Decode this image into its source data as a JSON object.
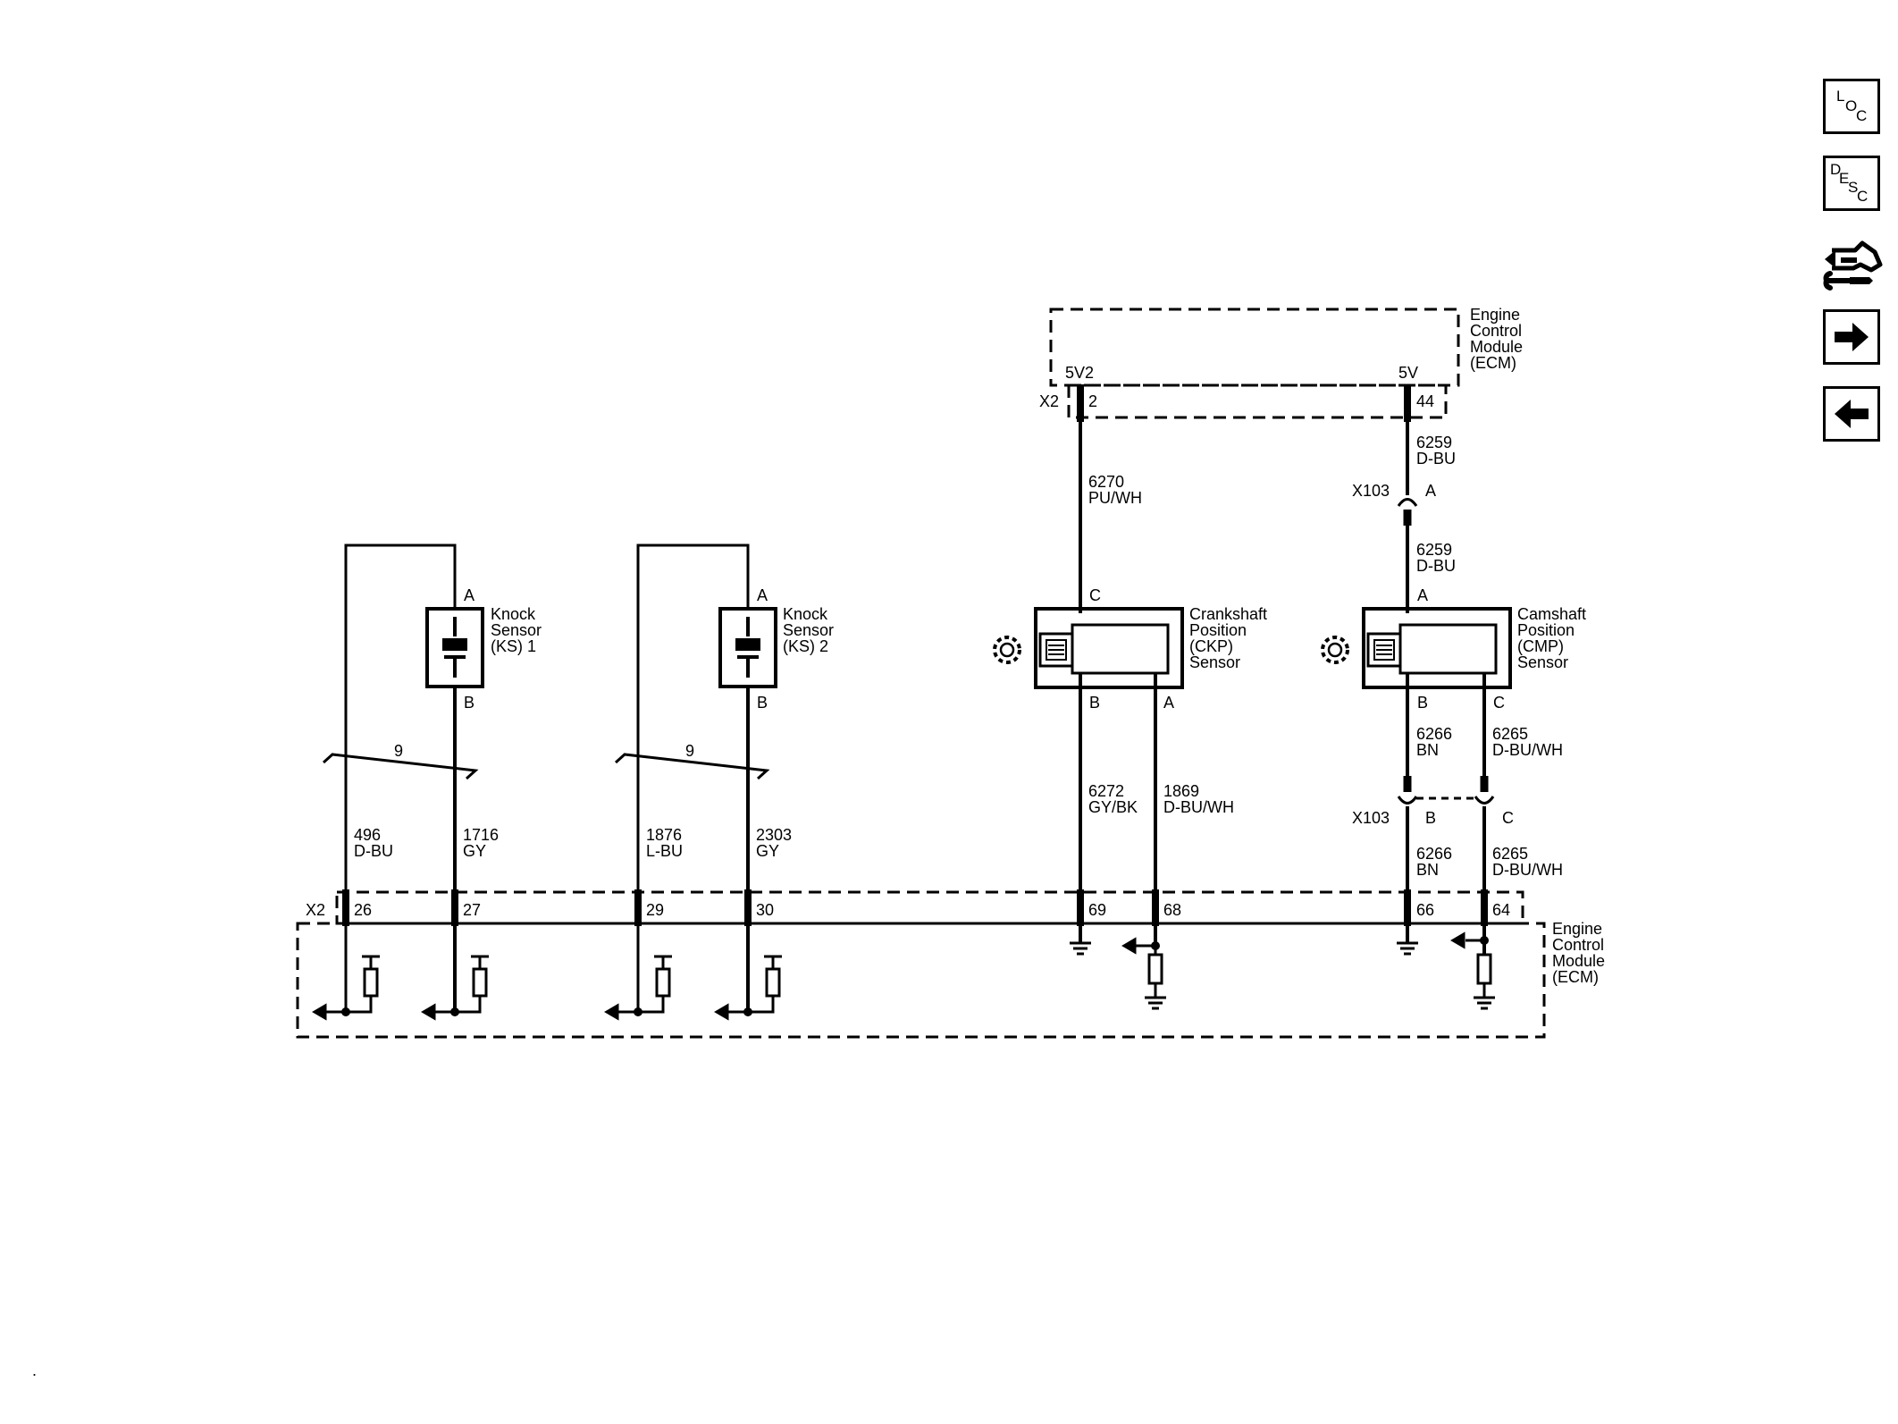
{
  "ecm_top": {
    "title_lines": [
      "Engine",
      "Control",
      "Module",
      "(ECM)"
    ],
    "connector": "X2",
    "pins": [
      {
        "voltage": "5V2",
        "pin": "2"
      },
      {
        "voltage": "5V",
        "pin": "44"
      }
    ]
  },
  "ecm_bottom": {
    "title_lines": [
      "Engine",
      "Control",
      "Module",
      "(ECM)"
    ],
    "connector": "X2",
    "pins": [
      "26",
      "27",
      "29",
      "30",
      "69",
      "68",
      "66",
      "64"
    ]
  },
  "knock_sensor_1": {
    "name_lines": [
      "Knock",
      "Sensor",
      "(KS) 1"
    ],
    "terminal_a": "A",
    "terminal_b": "B",
    "twist": "9",
    "wires": [
      {
        "circuit": "496",
        "color": "D-BU"
      },
      {
        "circuit": "1716",
        "color": "GY"
      }
    ]
  },
  "knock_sensor_2": {
    "name_lines": [
      "Knock",
      "Sensor",
      "(KS) 2"
    ],
    "terminal_a": "A",
    "terminal_b": "B",
    "twist": "9",
    "wires": [
      {
        "circuit": "1876",
        "color": "L-BU"
      },
      {
        "circuit": "2303",
        "color": "GY"
      }
    ]
  },
  "ckp_sensor": {
    "name_lines": [
      "Crankshaft",
      "Position",
      "(CKP)",
      "Sensor"
    ],
    "terminal_c": "C",
    "terminal_b": "B",
    "terminal_a": "A",
    "wire_c": {
      "circuit": "6270",
      "color": "PU/WH"
    },
    "wire_b": {
      "circuit": "6272",
      "color": "GY/BK"
    },
    "wire_a": {
      "circuit": "1869",
      "color": "D-BU/WH"
    }
  },
  "cmp_sensor": {
    "name_lines": [
      "Camshaft",
      "Position",
      "(CMP)",
      "Sensor"
    ],
    "terminal_a": "A",
    "terminal_b": "B",
    "terminal_c": "C",
    "wire_a_upper": {
      "circuit": "6259",
      "color": "D-BU"
    },
    "wire_a_lower": {
      "circuit": "6259",
      "color": "D-BU"
    },
    "inline_a": {
      "connector": "X103",
      "pin": "A"
    },
    "wire_b_upper": {
      "circuit": "6266",
      "color": "BN"
    },
    "wire_c_upper": {
      "circuit": "6265",
      "color": "D-BU/WH"
    },
    "inline_bc": {
      "connector": "X103",
      "pin_b": "B",
      "pin_c": "C"
    },
    "wire_b_lower": {
      "circuit": "6266",
      "color": "BN"
    },
    "wire_c_lower": {
      "circuit": "6265",
      "color": "D-BU/WH"
    }
  },
  "nav": {
    "loc": [
      "L",
      "O",
      "C"
    ],
    "desc": [
      "D",
      "E",
      "S",
      "C"
    ],
    "icons": [
      "connector-service-icon",
      "next-arrow-icon",
      "previous-arrow-icon"
    ]
  },
  "corner_mark": "."
}
